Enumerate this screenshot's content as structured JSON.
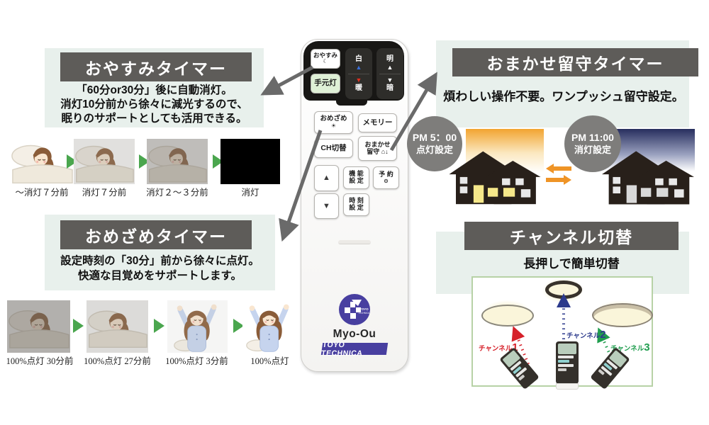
{
  "colors": {
    "panel_mint": "#e8f0ec",
    "header_gray": "#5e5c59",
    "brand_purple": "#483fa0",
    "step_arrow_green": "#4aa64e",
    "channel1_red": "#d6212a",
    "channel2_blue": "#2c3a8c",
    "channel3_green": "#1f9d4e",
    "sunset_orange": "#f2a430",
    "night_navy": "#272e5e",
    "lit_window_yellow": "#f6e88a"
  },
  "sleep_timer": {
    "title": "おやすみタイマー",
    "line1": "「60分or30分」後に自動消灯。",
    "line2": "消灯10分前から徐々に減光するので、",
    "line3": "眠りのサポートとしても活用できる。",
    "captions": [
      "〜消灯７分前",
      "消灯７分前",
      "消灯２〜３分前",
      "消灯"
    ]
  },
  "wake_timer": {
    "title": "おめざめタイマー",
    "line1": "設定時刻の「30分」前から徐々に点灯。",
    "line2": "快適な目覚めをサポートします。",
    "captions": [
      "100%点灯 30分前",
      "100%点灯 27分前",
      "100%点灯 3分前",
      "100%点灯"
    ]
  },
  "away_timer": {
    "title": "おまかせ留守タイマー",
    "subtitle": "煩わしい操作不要。ワンプッシュ留守設定。",
    "on_time": "PM 5：00",
    "on_label": "点灯設定",
    "off_time": "PM 11:00",
    "off_label": "消灯設定"
  },
  "channel_switch": {
    "title": "チャンネル切替",
    "subtitle": "長押しで簡単切替",
    "ch1_label": "チャンネル",
    "ch1_num": "1",
    "ch2_label": "チャンネル",
    "ch2_num": "2",
    "ch3_label": "チャンネル",
    "ch3_num": "3"
  },
  "remote": {
    "btn_sleep": "おやすみ",
    "moon_glyph": "☾",
    "btn_handlight": "手元灯",
    "btn_white": "白",
    "btn_warm": "暖",
    "btn_bright": "明",
    "btn_dark": "暗",
    "up_glyph": "▲",
    "down_glyph": "▼",
    "btn_wake": "おめざめ",
    "sun_glyph": "☀",
    "btn_memory": "メモリー",
    "btn_ch": "CH切替",
    "btn_away_1": "おまかせ",
    "btn_away_2": "留守",
    "house_glyph": "⌂↓",
    "btn_func_1": "機 能",
    "btn_func_2": "設 定",
    "btn_reserve": "予 約",
    "clock_glyph": "⊙",
    "btn_time_1": "時 刻",
    "btn_time_2": "設 定",
    "model": "Myo-Ou",
    "brand": "TOYO TECHNICA"
  }
}
